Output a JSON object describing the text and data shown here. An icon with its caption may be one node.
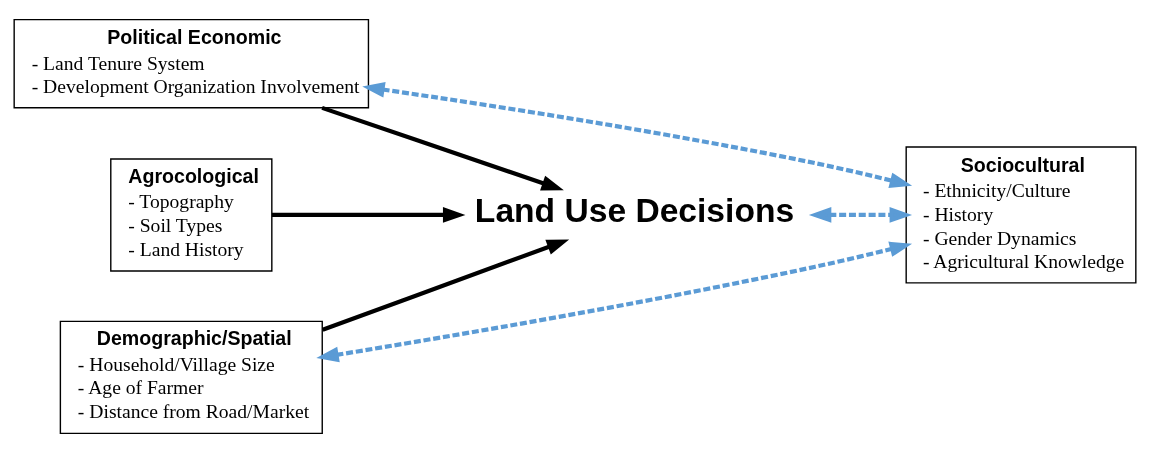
{
  "diagram": {
    "nodes": [
      {
        "text": [
          "Political Economic",
          "- Land Tenure System",
          "- Development Organization Involvement"
        ]
      },
      {
        "text": [
          "Agrocological",
          "- Topography",
          "- Soil Types",
          "- Land History"
        ]
      },
      {
        "text": [
          "Land Use Decisions"
        ]
      },
      {
        "text": [
          "Sociocultural",
          "- Ethnicity/Culture",
          "- History",
          "- Gender Dynamics",
          "- Agricultural Knowledge"
        ]
      },
      {
        "text": [
          "Demographic/Spatial",
          "- Household/Village Size",
          "- Age of Farmer",
          "- Distance from Road/Market"
        ]
      }
    ],
    "edges": [
      {
        "from": 0,
        "to": 2,
        "arrow": "to"
      },
      {
        "from": 1,
        "to": 2,
        "arrow": "to"
      },
      {
        "from": 4,
        "to": 2,
        "arrow": "to"
      },
      {
        "from": 0,
        "to": 3,
        "arrow": "both",
        "style": "dashed",
        "color": "#5b9bd5"
      },
      {
        "from": 2,
        "to": 3,
        "arrow": "both",
        "style": "dashed",
        "color": "#5b9bd5"
      },
      {
        "from": 4,
        "to": 3,
        "arrow": "both",
        "style": "dashed",
        "color": "#5b9bd5"
      }
    ]
  }
}
